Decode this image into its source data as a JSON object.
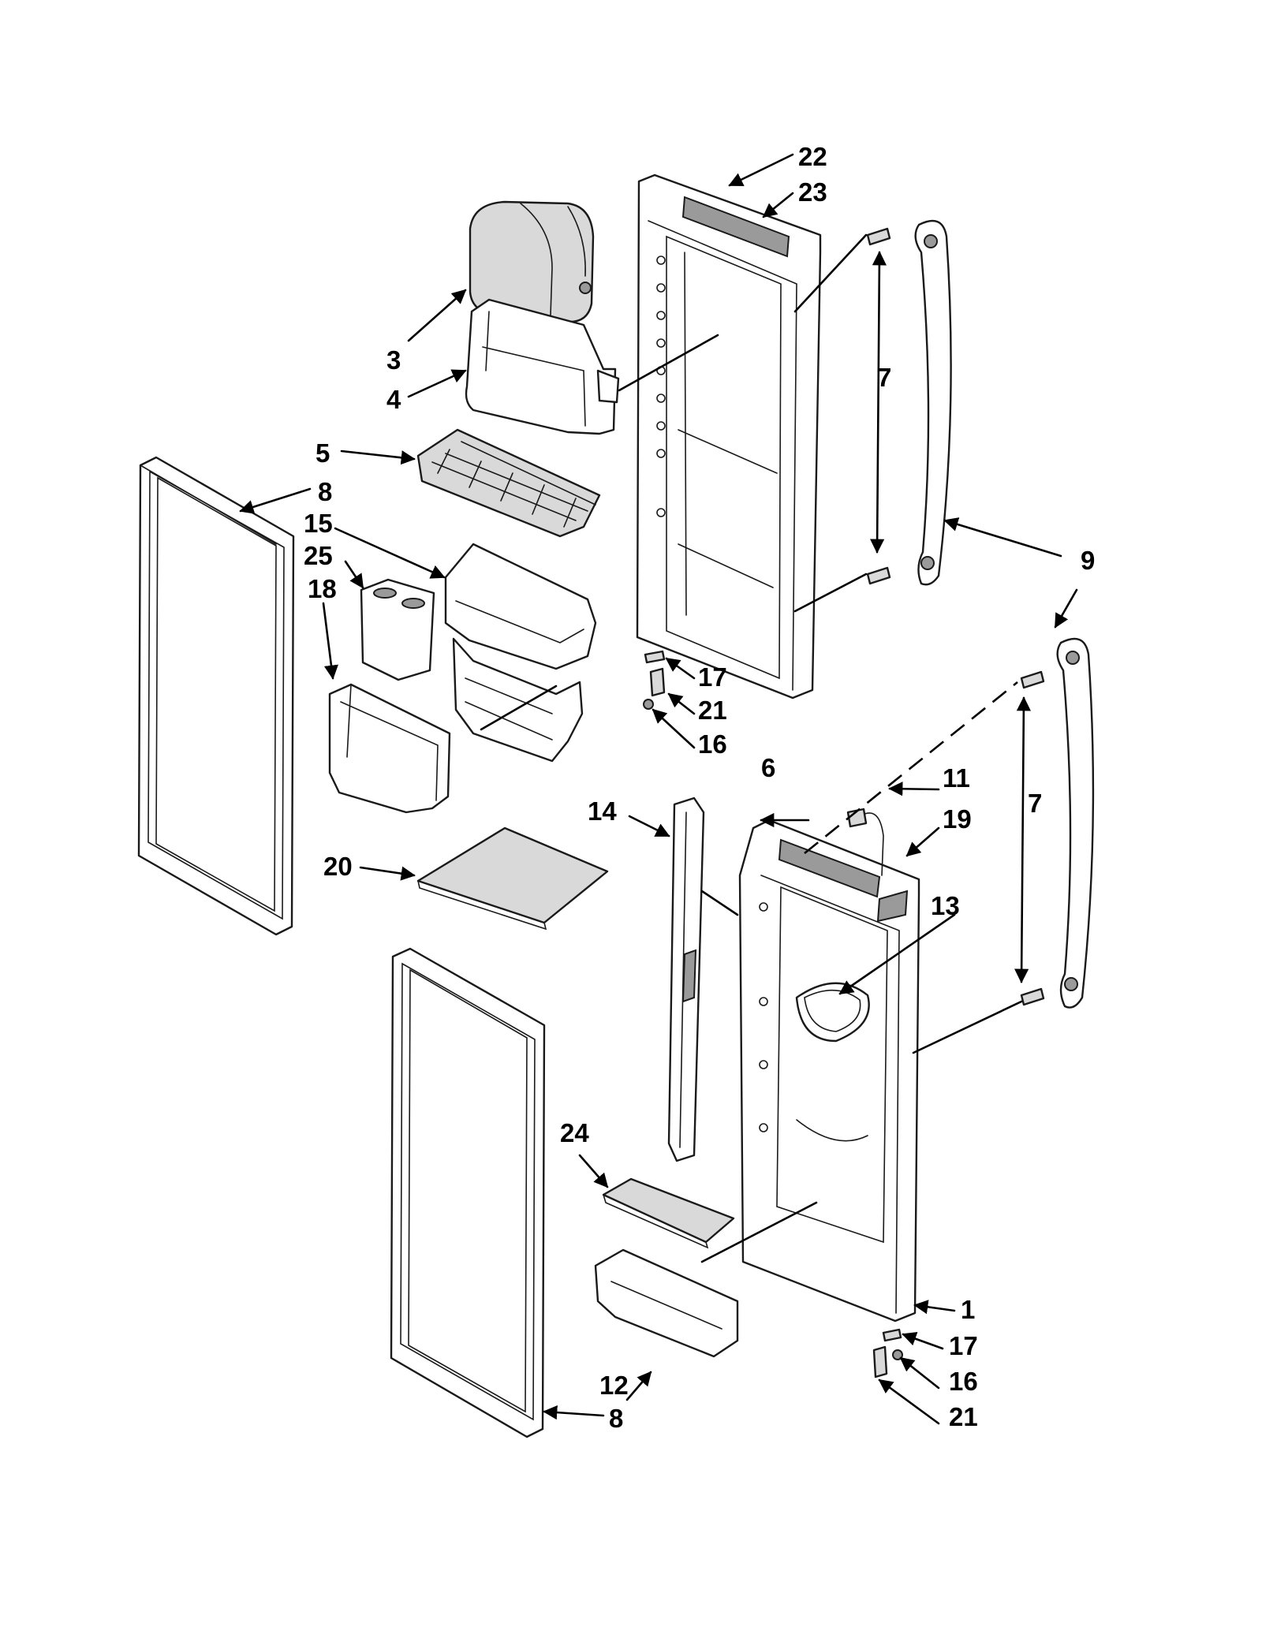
{
  "callouts": {
    "c1": "1",
    "c3": "3",
    "c4": "4",
    "c5": "5",
    "c6": "6",
    "c7a": "7",
    "c7b": "7",
    "c8a": "8",
    "c8b": "8",
    "c9": "9",
    "c11": "11",
    "c12": "12",
    "c13": "13",
    "c14": "14",
    "c15": "15",
    "c16a": "16",
    "c16b": "16",
    "c17a": "17",
    "c17b": "17",
    "c18": "18",
    "c19": "19",
    "c20": "20",
    "c21a": "21",
    "c21b": "21",
    "c22": "22",
    "c23": "23",
    "c24": "24",
    "c25": "25"
  }
}
